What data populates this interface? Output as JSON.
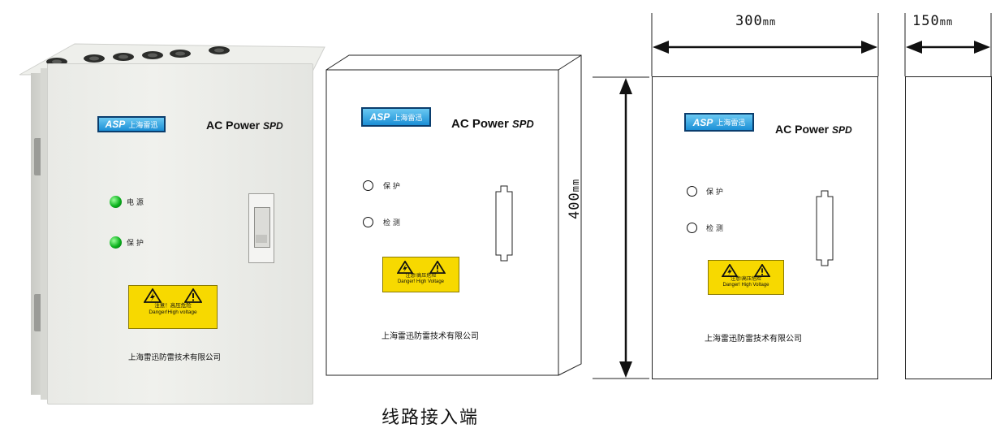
{
  "brand": {
    "logo_text": "ASP",
    "logo_company": "上海雷迅",
    "product_title": "AC Power",
    "product_suffix": "SPD"
  },
  "photo": {
    "indicator_power": "电 源",
    "indicator_protect": "保 护",
    "warning_line1": "注意！高压危险",
    "warning_line2": "Danger!High voltage",
    "company": "上海雷迅防雷技术有限公司"
  },
  "drawing": {
    "indicator_protect": "保 护",
    "indicator_detect": "检 测",
    "warning_line1": "注意!高压危险",
    "warning_line2": "Danger! High Voltage",
    "company": "上海雷迅防雷技术有限公司"
  },
  "dimensions": {
    "width_value": "300",
    "width_unit": "mm",
    "depth_value": "150",
    "depth_unit": "mm",
    "height_value": "400",
    "height_unit": "mm"
  },
  "caption": "线路接入端",
  "colors": {
    "led_green": "#0bb21d",
    "warning_yellow": "#f7d900",
    "logo_blue": "#1b8fd6"
  }
}
